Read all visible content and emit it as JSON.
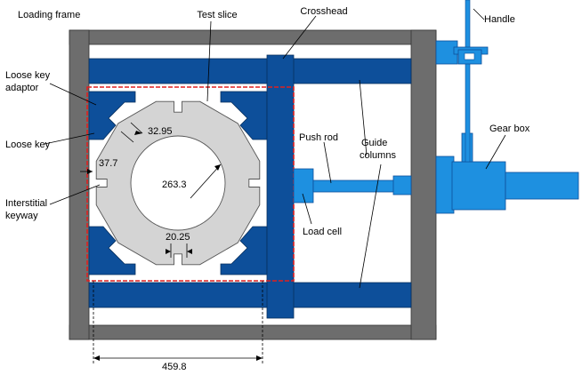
{
  "labels": {
    "loading_frame": "Loading frame",
    "test_slice": "Test slice",
    "crosshead": "Crosshead",
    "handle": "Handle",
    "loose_key_adaptor_1": "Loose key",
    "loose_key_adaptor_2": "adaptor",
    "loose_key": "Loose key",
    "interstitial_keyway_1": "Interstitial",
    "interstitial_keyway_2": "keyway",
    "push_rod": "Push rod",
    "guide_columns_1": "Guide",
    "guide_columns_2": "columns",
    "gear_box": "Gear box",
    "load_cell": "Load cell"
  },
  "dimensions": {
    "key_width": "32.95",
    "keyway_depth": "37.7",
    "inner_diameter": "263.3",
    "keyway_width": "20.25",
    "overall_span": "459.8"
  },
  "colors": {
    "frame_gray": "#6d6d6d",
    "dark_blue": "#0d4f9a",
    "light_blue": "#1e90e0",
    "slice_gray": "#d4d4d4",
    "highlight_red": "#e02020"
  }
}
